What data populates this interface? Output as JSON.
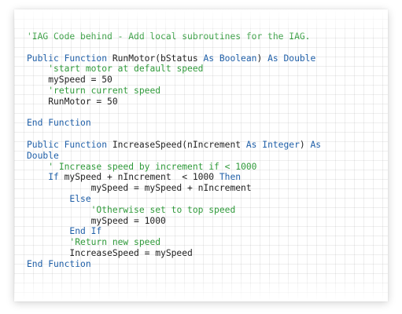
{
  "colors": {
    "comment": "#2f9a3a",
    "keyword": "#1f5fa8",
    "plain": "#222222"
  },
  "code_lines": [
    [
      {
        "t": "comment",
        "v": "'IAG Code behind - Add local subroutines for the IAG."
      }
    ],
    [],
    [
      {
        "t": "keyword",
        "v": "Public Function "
      },
      {
        "t": "plain",
        "v": "RunMotor(bStatus "
      },
      {
        "t": "keyword",
        "v": "As Boolean"
      },
      {
        "t": "plain",
        "v": ") "
      },
      {
        "t": "keyword",
        "v": "As Double"
      }
    ],
    [
      {
        "t": "plain",
        "v": "    "
      },
      {
        "t": "comment",
        "v": "'start motor at default speed"
      }
    ],
    [
      {
        "t": "plain",
        "v": "    mySpeed = 50"
      }
    ],
    [
      {
        "t": "plain",
        "v": "    "
      },
      {
        "t": "comment",
        "v": "'return current speed"
      }
    ],
    [
      {
        "t": "plain",
        "v": "    RunMotor = 50"
      }
    ],
    [],
    [
      {
        "t": "keyword",
        "v": "End Function"
      }
    ],
    [],
    [
      {
        "t": "keyword",
        "v": "Public Function "
      },
      {
        "t": "plain",
        "v": "IncreaseSpeed(nIncrement "
      },
      {
        "t": "keyword",
        "v": "As Integer"
      },
      {
        "t": "plain",
        "v": ") "
      },
      {
        "t": "keyword",
        "v": "As"
      }
    ],
    [
      {
        "t": "keyword",
        "v": "Double"
      }
    ],
    [
      {
        "t": "plain",
        "v": "    "
      },
      {
        "t": "comment",
        "v": "' Increase speed by increment if < 1000"
      }
    ],
    [
      {
        "t": "plain",
        "v": "    "
      },
      {
        "t": "keyword",
        "v": "If "
      },
      {
        "t": "plain",
        "v": "mySpeed + nIncrement  < 1000 "
      },
      {
        "t": "keyword",
        "v": "Then"
      }
    ],
    [
      {
        "t": "plain",
        "v": "            mySpeed = mySpeed + nIncrement"
      }
    ],
    [
      {
        "t": "plain",
        "v": "        "
      },
      {
        "t": "keyword",
        "v": "Else"
      }
    ],
    [
      {
        "t": "plain",
        "v": "            "
      },
      {
        "t": "comment",
        "v": "'Otherwise set to top speed"
      }
    ],
    [
      {
        "t": "plain",
        "v": "            mySpeed = 1000"
      }
    ],
    [
      {
        "t": "plain",
        "v": "        "
      },
      {
        "t": "keyword",
        "v": "End If"
      }
    ],
    [
      {
        "t": "plain",
        "v": "        "
      },
      {
        "t": "comment",
        "v": "'Return new speed"
      }
    ],
    [
      {
        "t": "plain",
        "v": "        IncreaseSpeed = mySpeed"
      }
    ],
    [
      {
        "t": "keyword",
        "v": "End Function"
      }
    ]
  ]
}
